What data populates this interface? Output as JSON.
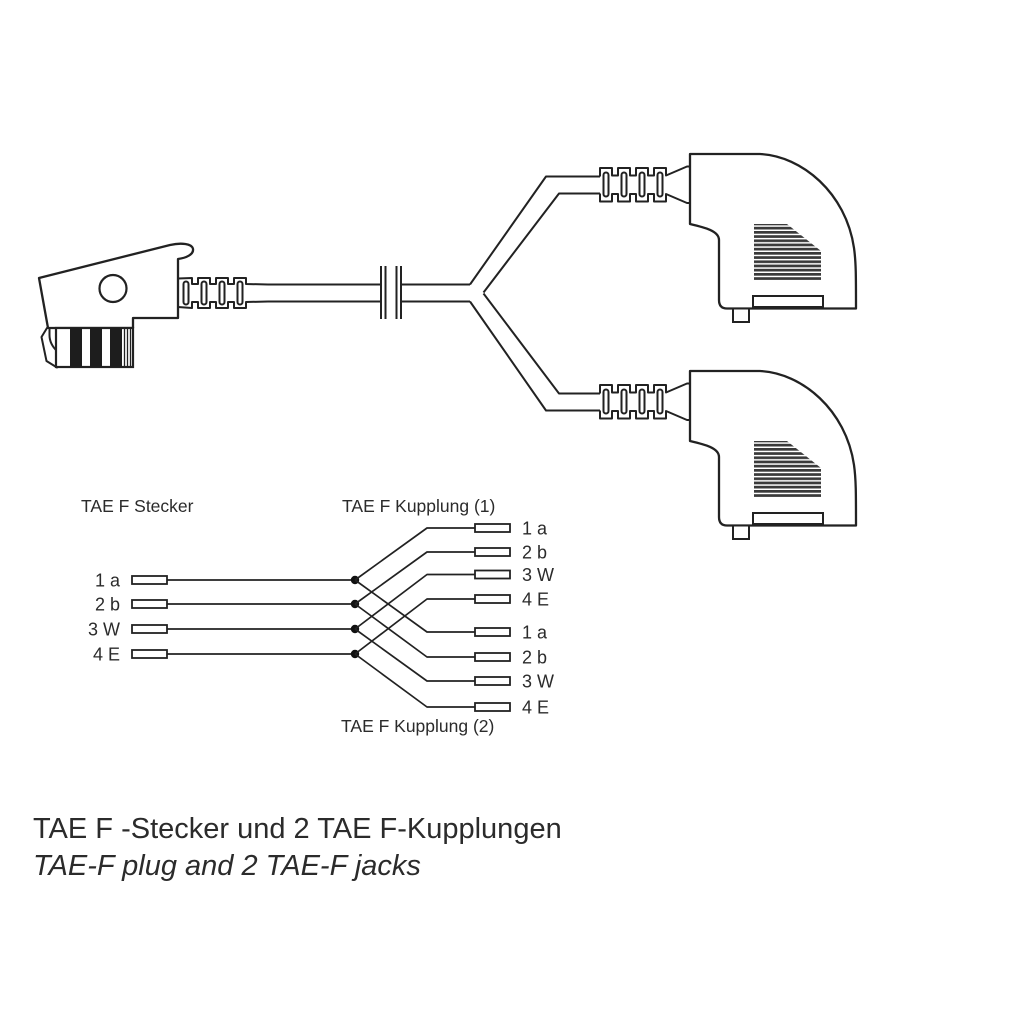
{
  "wiring": {
    "stecker_header": "TAE F Stecker",
    "kupplung1_header": "TAE F Kupplung (1)",
    "kupplung2_header": "TAE F Kupplung (2)",
    "stecker_pins": [
      "1 a",
      "2 b",
      "3 W",
      "4 E"
    ],
    "kupplung1_pins": [
      "1 a",
      "2 b",
      "3 W",
      "4 E"
    ],
    "kupplung2_pins": [
      "1 a",
      "2 b",
      "3 W",
      "4 E"
    ]
  },
  "caption": {
    "title_de": "TAE F -Stecker und 2 TAE F-Kupplungen",
    "title_en": "TAE-F plug and 2 TAE-F jacks"
  },
  "colors": {
    "line": "#222222",
    "text": "#2b2b2b",
    "hatch_dark": "#3a3a3a",
    "background": "#ffffff"
  }
}
